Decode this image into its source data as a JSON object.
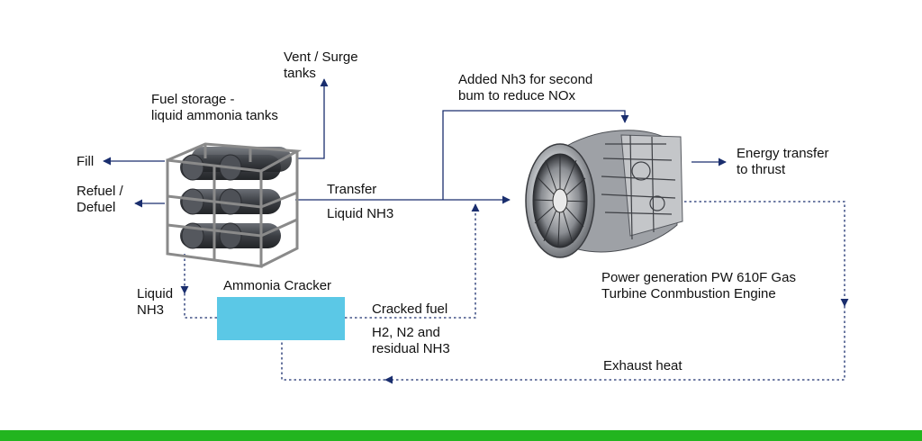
{
  "labels": {
    "vent": [
      "Vent / Surge",
      "tanks"
    ],
    "fuel_storage": [
      "Fuel storage -",
      "liquid ammonia tanks"
    ],
    "fill": "Fill",
    "refuel": [
      "Refuel /",
      "Defuel"
    ],
    "transfer": "Transfer",
    "liquid_nh3_main": "Liquid NH3",
    "added_nh3": [
      "Added Nh3 for second",
      "bum to reduce NOx"
    ],
    "energy_transfer": [
      "Energy transfer",
      "to thrust"
    ],
    "power_generation": [
      "Power generation PW 610F Gas",
      "Turbine Conmbustion Engine"
    ],
    "liquid_nh3_side": [
      "Liquid",
      "NH3"
    ],
    "ammonia_cracker": "Ammonia Cracker",
    "cracked_fuel": "Cracked fuel",
    "cracked_products": [
      "H2, N2 and",
      "residual NH3"
    ],
    "exhaust_heat": "Exhaust heat"
  },
  "colors": {
    "arrow": "#1a2e6e",
    "cracker_fill": "#5bc8e6",
    "bottom_bar": "#22b51f",
    "tank_frame": "#8a8a8a",
    "tank_body": "#4a4d52"
  },
  "icons": {
    "storage": "ammonia-tank-rack-icon",
    "engine": "turbine-engine-icon"
  }
}
